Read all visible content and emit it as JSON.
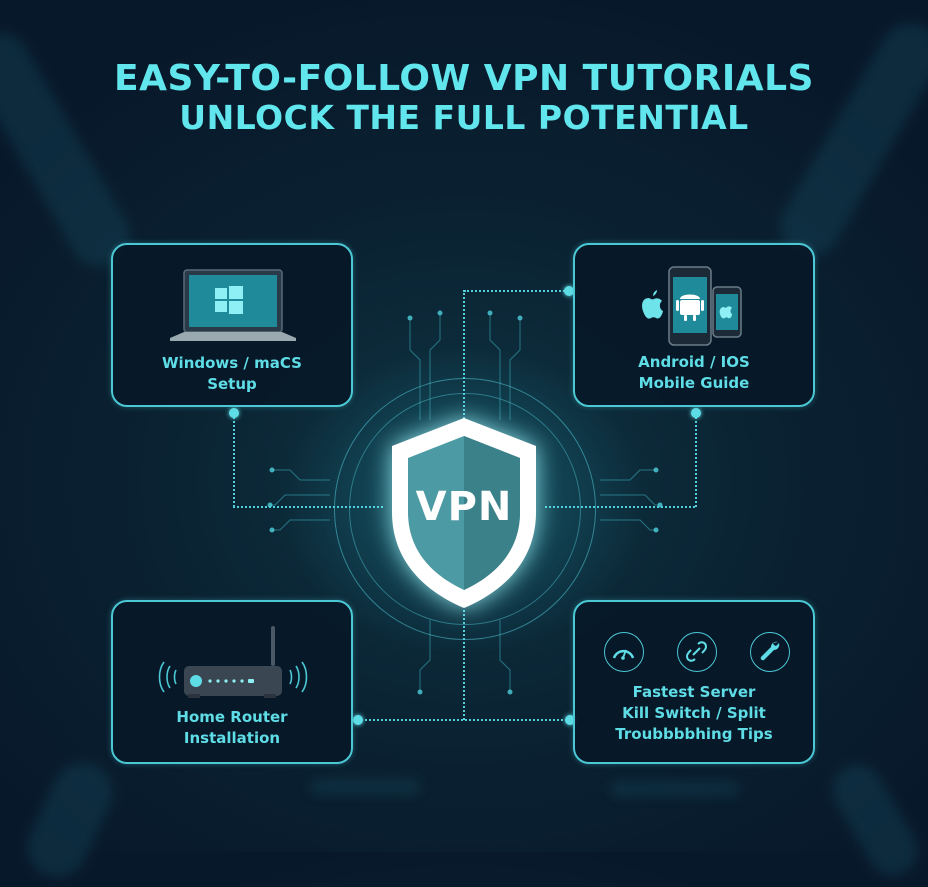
{
  "header": {
    "title_line1": "EASY-TO-FOLLOW VPN TUTORIALS",
    "title_line2": "UNLOCK THE FULL POTENTIAL"
  },
  "center": {
    "badge_text": "VPN",
    "icon": "shield-icon"
  },
  "cards": [
    {
      "id": "desktop",
      "icon": "laptop-windows-icon",
      "lines": [
        "Windows / maCS",
        "Setup"
      ]
    },
    {
      "id": "mobile",
      "icon": "phones-android-apple-icon",
      "lines": [
        "Android / IOS",
        "Mobile Guide"
      ]
    },
    {
      "id": "router",
      "icon": "router-icon",
      "lines": [
        "Home Router",
        "Installation"
      ]
    },
    {
      "id": "features",
      "icons": [
        "speedometer-icon",
        "link-icon",
        "wrench-icon"
      ],
      "lines": [
        "Fastest Server",
        "Kill Switch / Split",
        "Troubbbbhing Tips"
      ]
    }
  ],
  "colors": {
    "accent": "#5fdde6",
    "title": "#62e6ee",
    "background": "#0a2131",
    "card_border": "#4bc8d4"
  }
}
